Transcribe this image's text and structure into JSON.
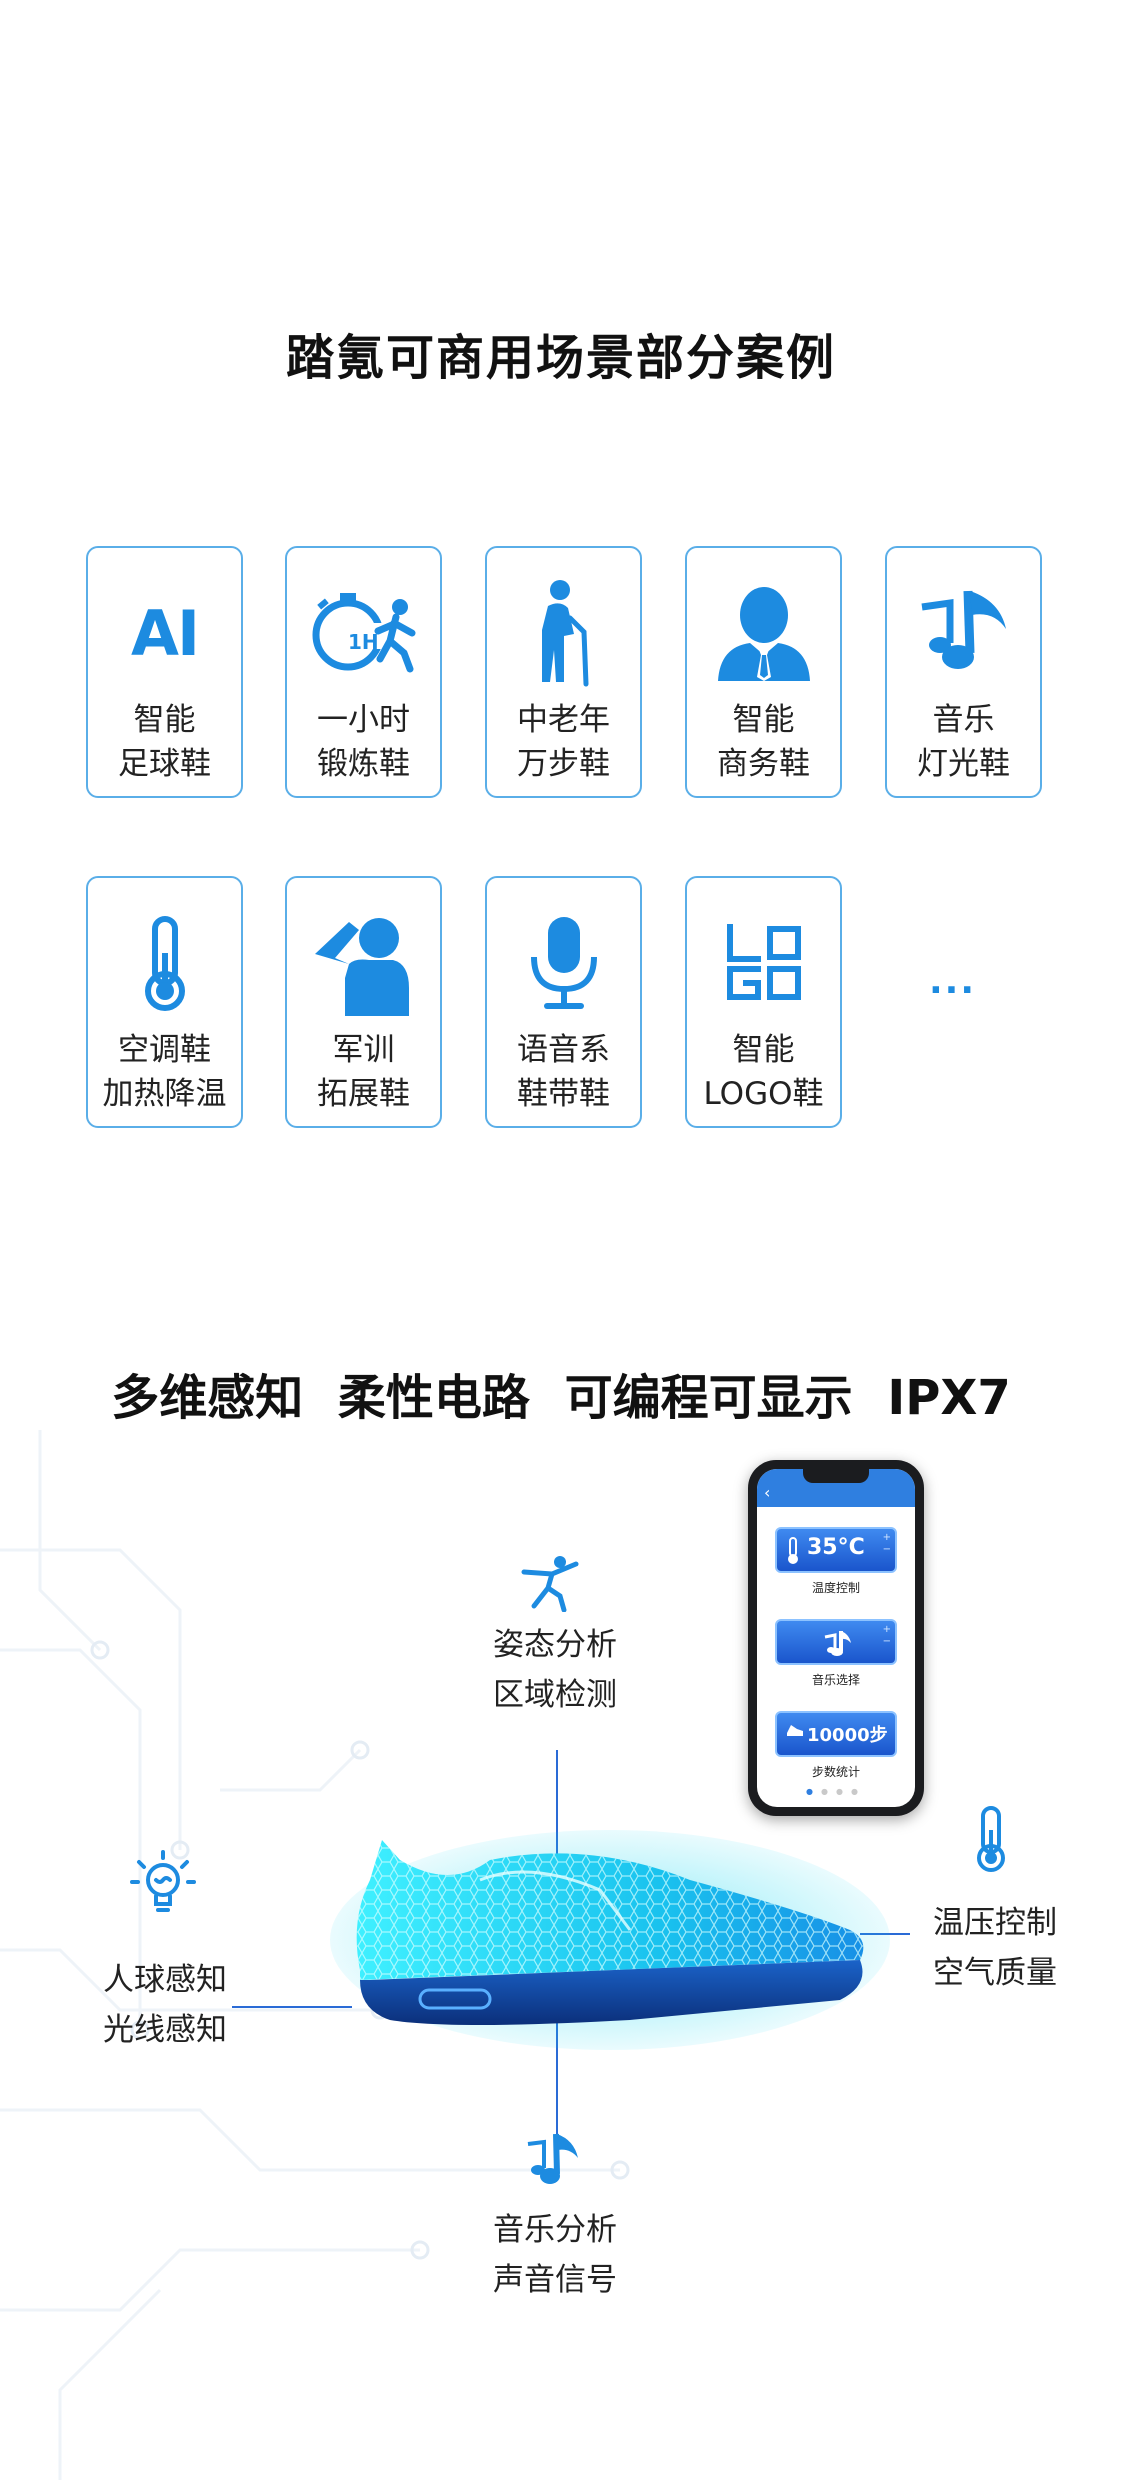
{
  "section1": {
    "title": "踏氪可商用场景部分案例",
    "cards": [
      {
        "icon": "ai-text-icon",
        "line1": "智能",
        "line2": "足球鞋"
      },
      {
        "icon": "stopwatch-runner-icon",
        "line1": "一小时",
        "line2": "锻炼鞋"
      },
      {
        "icon": "elderly-cane-icon",
        "line1": "中老年",
        "line2": "万步鞋"
      },
      {
        "icon": "business-person-icon",
        "line1": "智能",
        "line2": "商务鞋"
      },
      {
        "icon": "music-note-icon",
        "line1": "音乐",
        "line2": "灯光鞋"
      },
      {
        "icon": "thermometer-icon",
        "line1": "空调鞋",
        "line2": "加热降温"
      },
      {
        "icon": "salute-soldier-icon",
        "line1": "军训",
        "line2": "拓展鞋"
      },
      {
        "icon": "microphone-icon",
        "line1": "语音系",
        "line2": "鞋带鞋"
      },
      {
        "icon": "logo-letters-icon",
        "line1": "智能",
        "line2": "LOGO鞋"
      }
    ],
    "more": "···",
    "ai_glyph": "AI",
    "stopwatch_glyph": "1H"
  },
  "section2": {
    "title": "多维感知  柔性电路  可编程可显示  IPX7",
    "features": {
      "top": {
        "icon": "pose-figure-icon",
        "line1": "姿态分析",
        "line2": "区域检测"
      },
      "left": {
        "icon": "lightbulb-icon",
        "line1": "人球感知",
        "line2": "光线感知"
      },
      "right": {
        "icon": "thermometer-icon",
        "line1": "温压控制",
        "line2": "空气质量"
      },
      "bottom": {
        "icon": "music-notes-icon",
        "line1": "音乐分析",
        "line2": "声音信号"
      }
    },
    "phone": {
      "back": "‹",
      "modules": [
        {
          "value": "35°C",
          "caption": "温度控制",
          "icon": "thermometer-icon"
        },
        {
          "value": "",
          "caption": "音乐选择",
          "icon": "music-note-icon"
        },
        {
          "value": "10000步",
          "caption": "步数统计",
          "icon": "shoe-icon"
        }
      ],
      "plus": "+",
      "minus": "−"
    }
  },
  "colors": {
    "accent": "#1d8be0",
    "border": "#5aaee8",
    "line": "#2a6bd6",
    "shoe_glow": "#19d7f0"
  }
}
